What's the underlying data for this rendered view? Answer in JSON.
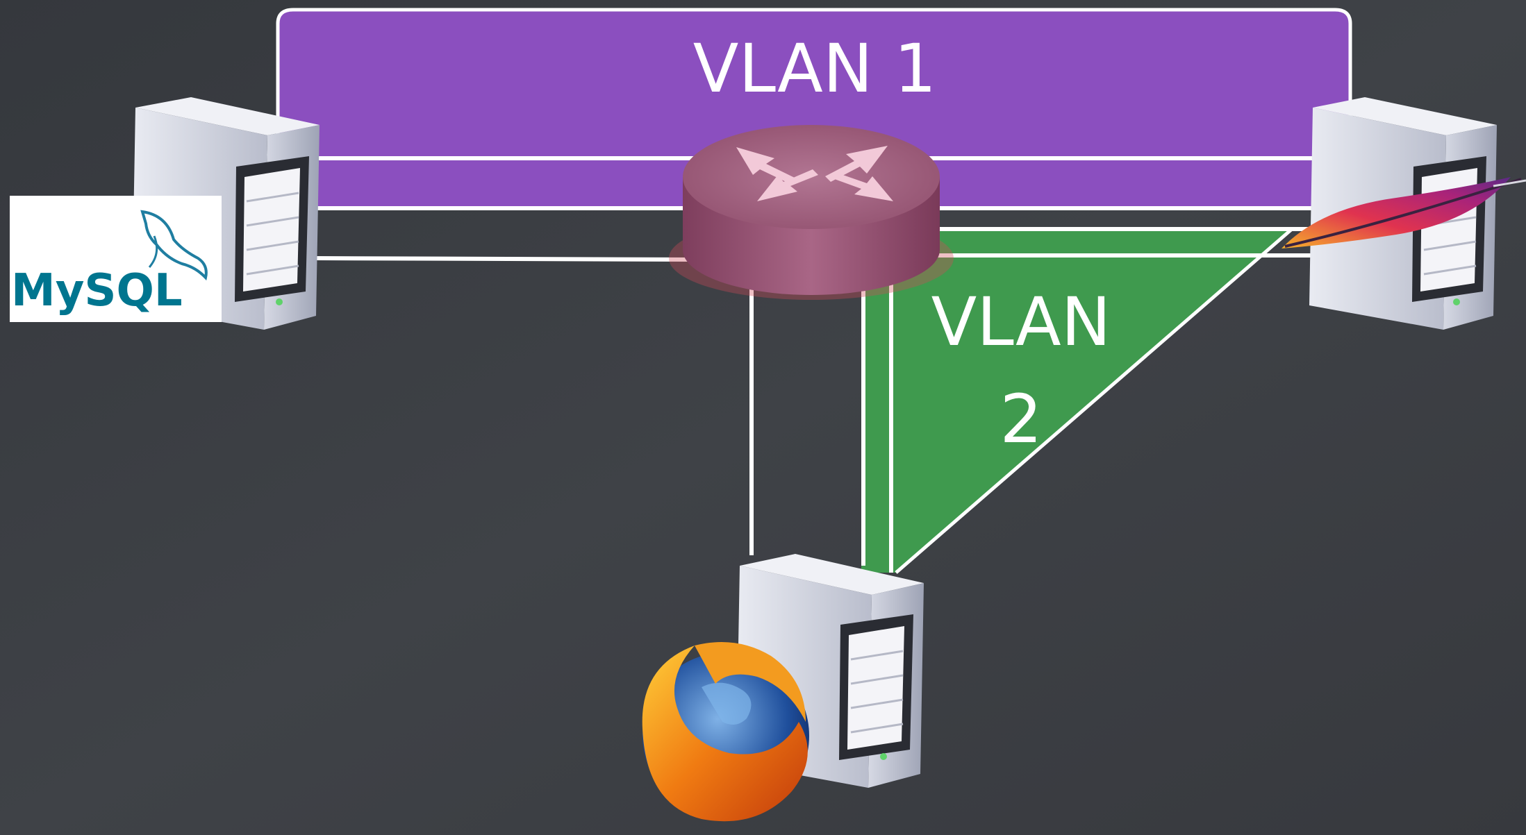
{
  "diagram": {
    "vlan1": {
      "label": "VLAN 1",
      "color": "#8b4fbf"
    },
    "vlan2": {
      "label_line1": "VLAN",
      "label_line2": "2",
      "color": "#3f9a4e"
    },
    "router": {
      "icon": "router-icon",
      "color": "#9a5a78"
    },
    "servers": [
      {
        "role": "database",
        "logo_text": "MySQL",
        "logo": "mysql-logo"
      },
      {
        "role": "web",
        "logo": "apache-feather-logo"
      },
      {
        "role": "client",
        "logo": "firefox-logo"
      }
    ],
    "colors": {
      "background": "#3a3d42",
      "link": "#ffffff"
    }
  }
}
